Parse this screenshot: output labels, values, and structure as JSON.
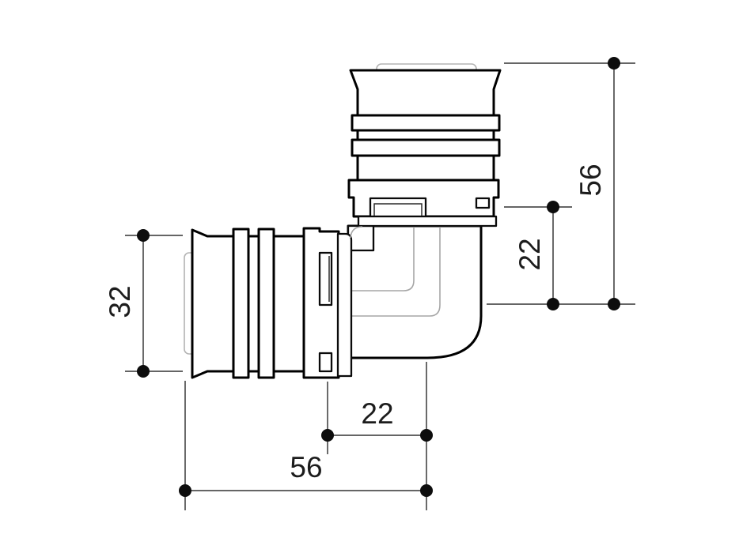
{
  "drawing": {
    "subject": "90-degree elbow press fitting, side elevation",
    "view": "technical dimension drawing",
    "units_shown": "none (numeric values only)",
    "dimensions": {
      "height_overall": "56",
      "height_to_branch_axis": "22",
      "left_port_height": "32",
      "width_to_branch_axis": "22",
      "width_overall": "56"
    },
    "colors": {
      "background": "#ffffff",
      "part_outline": "#000000",
      "hidden_bore_lines": "#a6a6a6",
      "dimension_lines": "#4f4f4f",
      "dimension_text": "#1c1c1c",
      "dimension_dots": "#0d0d0d"
    }
  }
}
